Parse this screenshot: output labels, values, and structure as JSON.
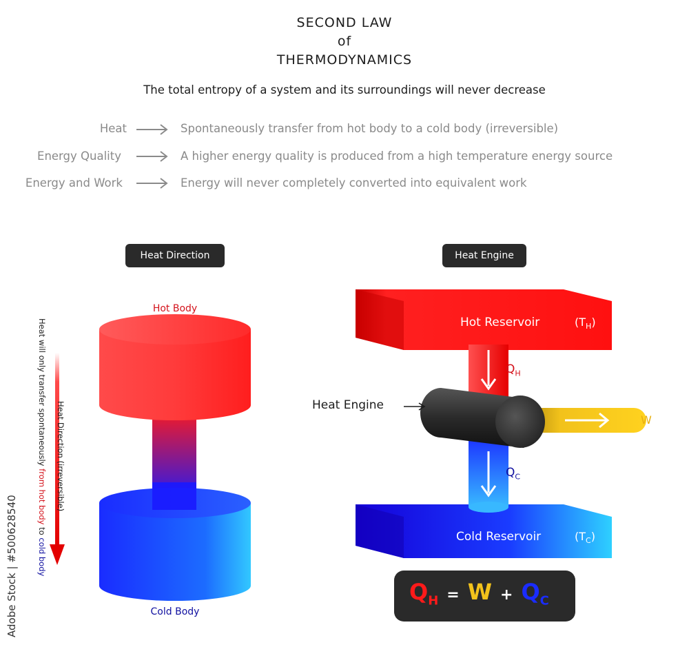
{
  "title": {
    "line1": "SECOND LAW",
    "line2": "of",
    "line3": "THERMODYNAMICS"
  },
  "subtitle": "The total entropy of a system and its surroundings will never decrease",
  "statements": [
    {
      "label": "Heat",
      "text": "Spontaneously transfer from hot body to a cold body (irreversible)"
    },
    {
      "label": "Energy Quality",
      "text": "A higher energy quality is produced from a high temperature energy source"
    },
    {
      "label": "Energy and Work",
      "text": "Energy will never completely converted into equivalent work"
    }
  ],
  "heat_direction": {
    "tag": "Heat Direction",
    "hot_body": "Hot Body",
    "cold_body": "Cold Body",
    "arrow_label": "Heat Direction (irreversible)",
    "side_text": {
      "part1": "Heat will only transfer spontaneously ",
      "part2": "from hot body",
      "part3": " to ",
      "part4": "cold body"
    }
  },
  "heat_engine": {
    "tag": "Heat Engine",
    "hot_reservoir": "Hot Reservoir",
    "hot_temp": "T",
    "hot_temp_sub": "H",
    "cold_reservoir": "Cold Reservoir",
    "cold_temp": "T",
    "cold_temp_sub": "C",
    "engine_label": "Heat Engine",
    "q_hot": "Q",
    "q_hot_sub": "H",
    "q_cold": "Q",
    "q_cold_sub": "C",
    "work": "W",
    "equation": {
      "qh": "Q",
      "qh_sub": "H",
      "eq": "=",
      "w": "W",
      "plus": "+",
      "qc": "Q",
      "qc_sub": "C"
    }
  },
  "watermark": "Adobe Stock | #500628540",
  "colors": {
    "hot": "#e8121b",
    "cold": "#1a2cff",
    "work": "#f2c21b",
    "dark": "#2a2a2a",
    "gray_text": "#8a8a8a"
  }
}
